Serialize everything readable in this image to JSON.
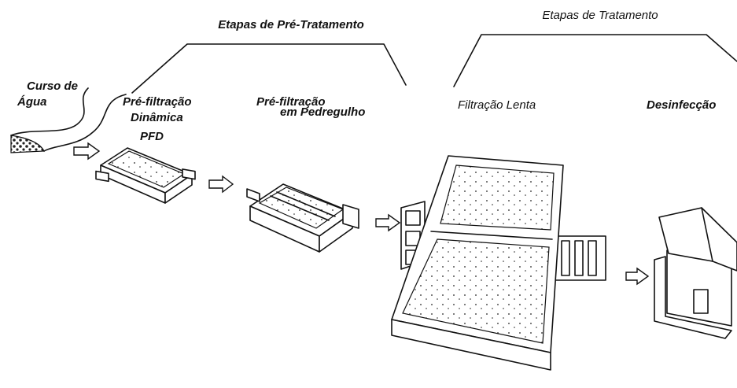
{
  "diagram": {
    "group_labels": {
      "pre_treatment": "Etapas de Pré-Tratamento",
      "treatment": "Etapas de Tratamento"
    },
    "stages": {
      "source_line1": "Curso de",
      "source_line2": "Água",
      "dynamic_line1": "Pré-filtração",
      "dynamic_line2": "Dinâmica",
      "dynamic_abbr": "PFD",
      "gravel_line1": "Pré-filtração",
      "gravel_line2": "em Pedregulho",
      "slow_filtration": "Filtração Lenta",
      "disinfection": "Desinfecção"
    }
  }
}
